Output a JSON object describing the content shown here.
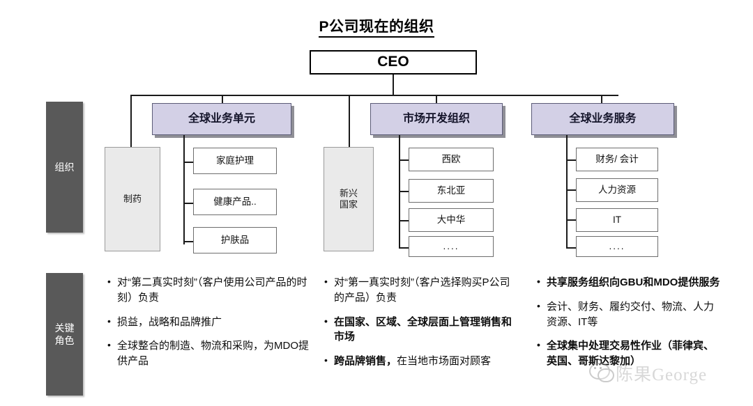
{
  "title": "P公司现在的组织",
  "root": {
    "label": "CEO"
  },
  "bands": [
    {
      "label": "组织"
    },
    {
      "label": "关键\n角色"
    }
  ],
  "divisions": [
    {
      "label": "全球业务单元",
      "pillar": "制药",
      "children": [
        "家庭护理",
        "健康产品..",
        "护肤品"
      ]
    },
    {
      "label": "市场开发组织",
      "pillar": "新兴\n国家",
      "children": [
        "西欧",
        "东北亚",
        "大中华",
        "...."
      ]
    },
    {
      "label": "全球业务服务",
      "pillar": "",
      "children": [
        "财务/ 会计",
        "人力资源",
        "IT",
        "...."
      ]
    }
  ],
  "roles": [
    {
      "column": 1,
      "items": [
        {
          "bold": false,
          "text": "对“第二真实时刻”（客户使用公司产品的时刻）负责"
        },
        {
          "bold": false,
          "text": "损益，战略和品牌推广"
        },
        {
          "bold": false,
          "text": "全球整合的制造、物流和采购，为MDO提供产品"
        }
      ]
    },
    {
      "column": 2,
      "items": [
        {
          "bold": false,
          "text": "对“第一真实时刻”（客户选择购买P公司的产品）负责"
        },
        {
          "bold": true,
          "text": "在国家、区域、全球层面上管理销售和市场"
        },
        {
          "bold": false,
          "lead": "跨品牌销售，",
          "text": "在当地市场面对顾客"
        }
      ]
    },
    {
      "column": 3,
      "items": [
        {
          "bold": true,
          "text": "共享服务组织向GBU和MDO提供服务"
        },
        {
          "bold": false,
          "text": "会计、财务、履约交付、物流、人力资源、IT等"
        },
        {
          "bold": true,
          "text": "全球集中处理交易性作业（菲律宾、英国、哥斯达黎加）"
        }
      ]
    }
  ],
  "watermark": {
    "text": "陈果George"
  },
  "colors": {
    "division_fill": "#d3d0e6",
    "pillar_fill": "#eaeaea",
    "band_fill": "#595959",
    "line": "#1a1a1a"
  }
}
